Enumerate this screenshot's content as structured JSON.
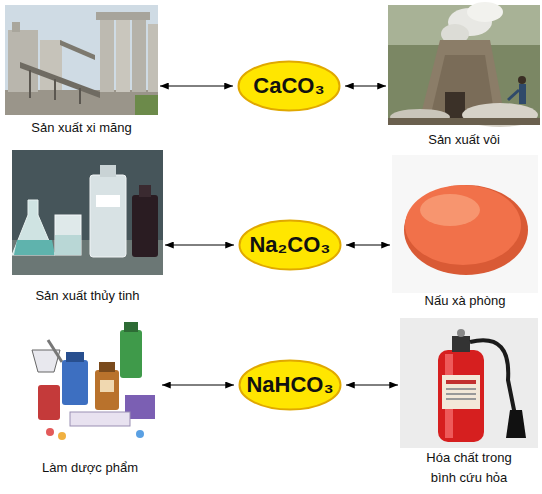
{
  "diagram": {
    "nodes": [
      {
        "text": [
          "Sản xuất xi măng"
        ]
      },
      {
        "text": [
          "CaCO₃"
        ]
      },
      {
        "text": [
          "Sản xuất vôi"
        ]
      },
      {
        "text": [
          "Sản xuất thủy tinh"
        ]
      },
      {
        "text": [
          "Na₂CO₃"
        ]
      },
      {
        "text": [
          "Nấu xà phòng"
        ]
      },
      {
        "text": [
          "Làm dược phẩm"
        ]
      },
      {
        "text": [
          "NaHCO₃"
        ]
      },
      {
        "text": [
          "Hóa chất trong bình cứu hỏa"
        ]
      }
    ],
    "edges": [
      {
        "from": 1,
        "to": 0,
        "arrow": "both"
      },
      {
        "from": 1,
        "to": 2,
        "arrow": "both"
      },
      {
        "from": 4,
        "to": 3,
        "arrow": "both"
      },
      {
        "from": 4,
        "to": 5,
        "arrow": "both"
      },
      {
        "from": 7,
        "to": 6,
        "arrow": "both"
      },
      {
        "from": 7,
        "to": 8,
        "arrow": "both"
      }
    ]
  }
}
